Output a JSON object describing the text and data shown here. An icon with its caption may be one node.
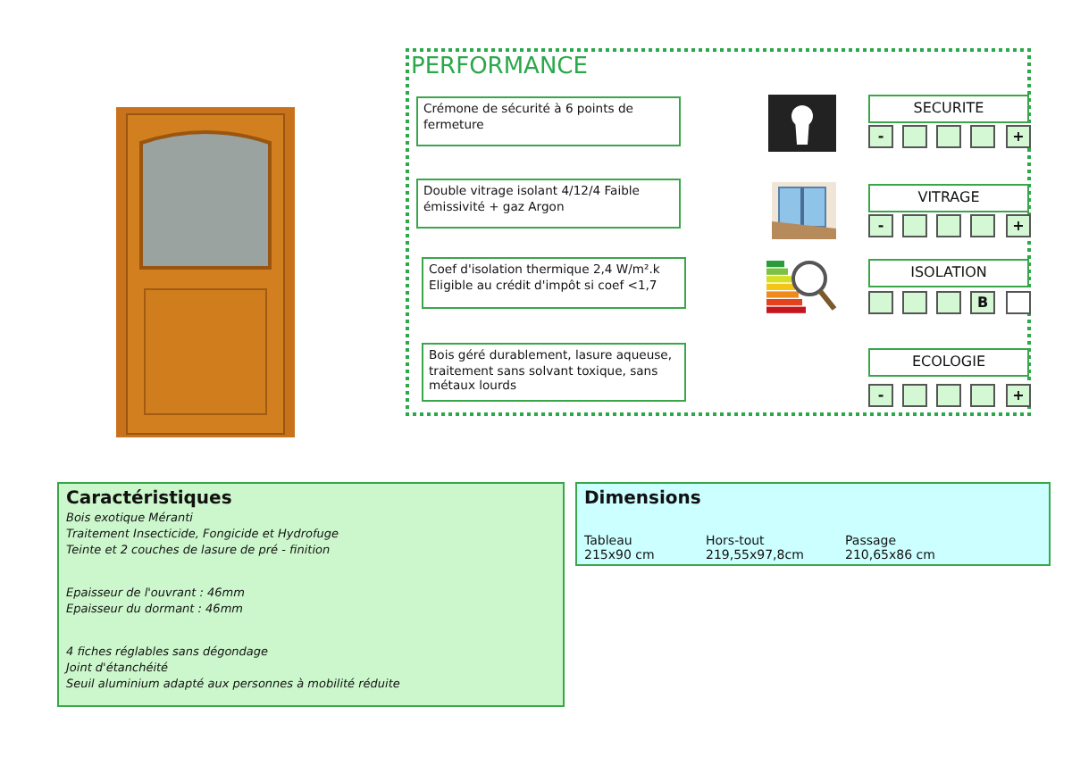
{
  "diagram": {
    "nodes": [
      {
        "text": [],
        "shape": "picture"
      },
      {
        "text": [
          "PERFORMANCE"
        ]
      },
      {
        "text": [
          "Crémone de sécurité à 6 points de fermeture"
        ],
        "in": 1
      },
      {
        "text": [],
        "shape": "picture",
        "in": 1
      },
      {
        "text": [
          "SECURITE"
        ],
        "in": 1
      },
      {
        "text": [
          "-"
        ],
        "in": 1
      },
      {
        "text": [],
        "shape": "box",
        "in": 1
      },
      {
        "text": [],
        "shape": "box",
        "in": 1
      },
      {
        "text": [],
        "shape": "box",
        "in": 1
      },
      {
        "text": [
          "+"
        ],
        "in": 1
      },
      {
        "text": [
          "Double vitrage isolant 4/12/4 Faible émissivité + gaz Argon"
        ],
        "in": 1
      },
      {
        "text": [],
        "shape": "picture",
        "in": 1
      },
      {
        "text": [
          "VITRAGE"
        ],
        "in": 1
      },
      {
        "text": [
          "-"
        ],
        "in": 1
      },
      {
        "text": [],
        "shape": "box",
        "in": 1
      },
      {
        "text": [],
        "shape": "box",
        "in": 1
      },
      {
        "text": [],
        "shape": "box",
        "in": 1
      },
      {
        "text": [
          "+"
        ],
        "in": 1
      },
      {
        "text": [
          "Coef d'isolation thermique 2,4 W/m².k Eligible au crédit d'impôt si coef <1,7"
        ],
        "in": 1
      },
      {
        "text": [],
        "shape": "picture",
        "in": 1
      },
      {
        "text": [
          "ISOLATION"
        ],
        "in": 1
      },
      {
        "text": [],
        "shape": "box",
        "in": 1
      },
      {
        "text": [],
        "shape": "box",
        "in": 1
      },
      {
        "text": [],
        "shape": "box",
        "in": 1
      },
      {
        "text": [
          "B"
        ],
        "in": 1
      },
      {
        "text": [],
        "shape": "box",
        "in": 1
      },
      {
        "text": [
          "Bois géré durablement, lasure aqueuse, traitement sans solvant toxique, sans métaux lourds"
        ],
        "in": 1
      },
      {
        "text": [
          "ECOLOGIE"
        ],
        "in": 1
      },
      {
        "text": [
          "-"
        ],
        "in": 1
      },
      {
        "text": [],
        "shape": "box",
        "in": 1
      },
      {
        "text": [],
        "shape": "box",
        "in": 1
      },
      {
        "text": [],
        "shape": "box",
        "in": 1
      },
      {
        "text": [
          "+"
        ],
        "in": 1
      },
      {
        "text": [
          "Caractéristiques",
          "Bois exotique Méranti",
          "Traitement Insecticide, Fongicide et Hydrofuge",
          "Teinte et 2 couches de lasure de pré - finition",
          "Epaisseur de l'ouvrant : 46mm",
          "Epaisseur du dormant : 46mm",
          "4 fiches réglables sans dégondage",
          "Joint d'étanchéité",
          "Seuil aluminium adapté aux personnes à mobilité réduite"
        ]
      },
      {
        "text": [
          "Dimensions",
          "Tableau",
          "Hors-tout",
          "Passage",
          "215x90 cm",
          "219,55x97,8cm",
          "210,65x86 cm"
        ]
      }
    ],
    "edges": []
  }
}
